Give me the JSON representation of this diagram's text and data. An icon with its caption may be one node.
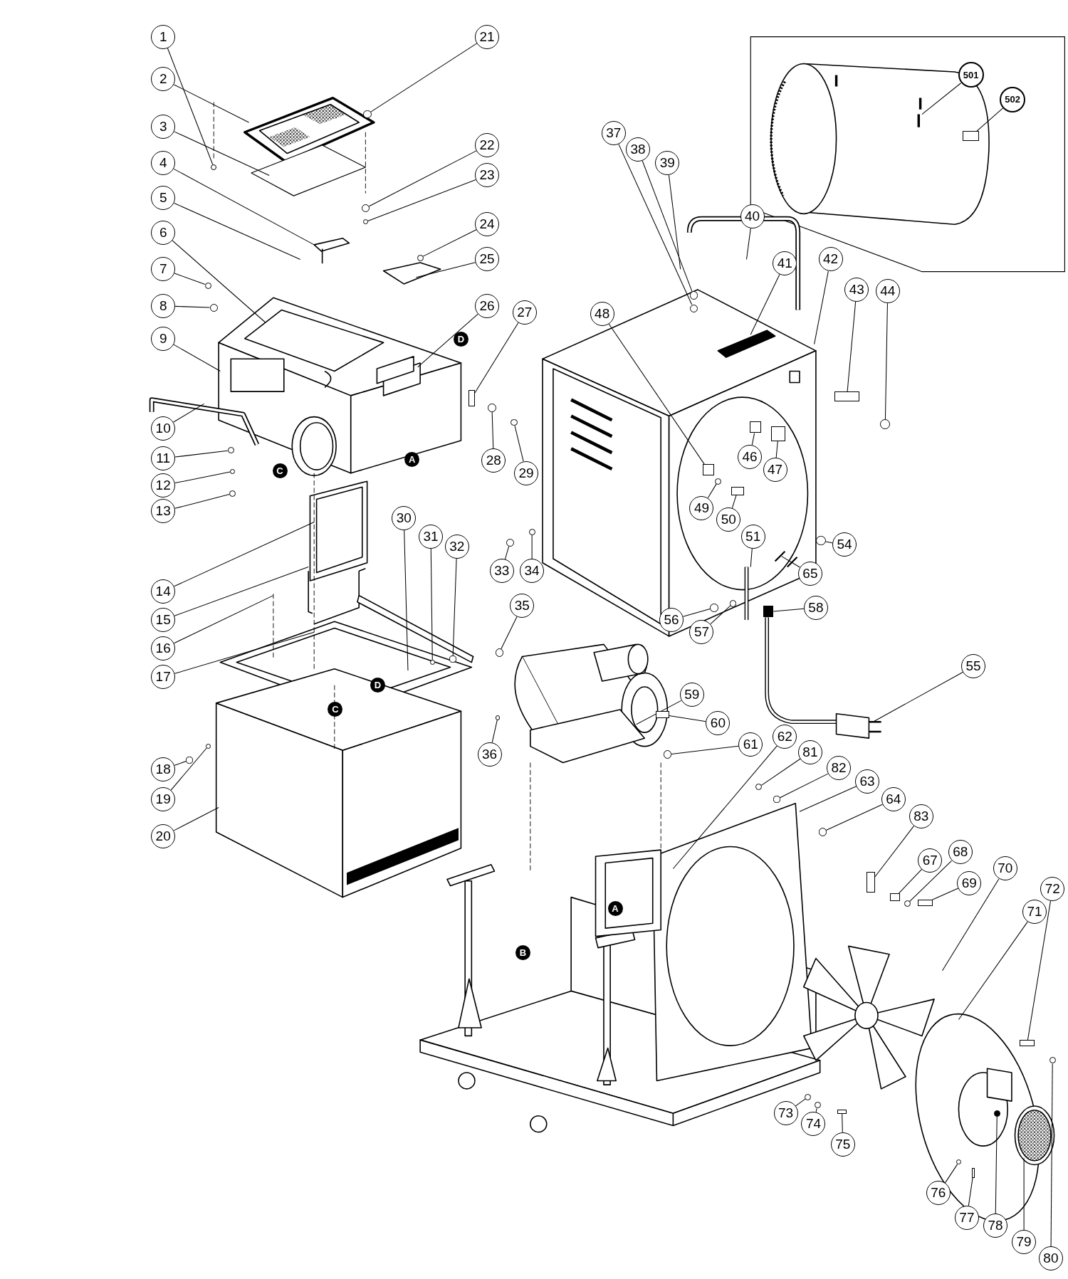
{
  "diagram": {
    "nodes": [
      {
        "text": [
          "1"
        ]
      },
      {
        "text": [
          "2"
        ]
      },
      {
        "text": [
          "3"
        ]
      },
      {
        "text": [
          "4"
        ]
      },
      {
        "text": [
          "5"
        ]
      },
      {
        "text": [
          "6"
        ]
      },
      {
        "text": [
          "7"
        ]
      },
      {
        "text": [
          "8"
        ]
      },
      {
        "text": [
          "9"
        ]
      },
      {
        "text": [
          "10"
        ]
      },
      {
        "text": [
          "11"
        ]
      },
      {
        "text": [
          "12"
        ]
      },
      {
        "text": [
          "13"
        ]
      },
      {
        "text": [
          "14"
        ]
      },
      {
        "text": [
          "15"
        ]
      },
      {
        "text": [
          "16"
        ]
      },
      {
        "text": [
          "17"
        ]
      },
      {
        "text": [
          "18"
        ]
      },
      {
        "text": [
          "19"
        ]
      },
      {
        "text": [
          "20"
        ]
      },
      {
        "text": [
          "21"
        ]
      },
      {
        "text": [
          "22"
        ]
      },
      {
        "text": [
          "23"
        ]
      },
      {
        "text": [
          "24"
        ]
      },
      {
        "text": [
          "25"
        ]
      },
      {
        "text": [
          "26"
        ]
      },
      {
        "text": [
          "27"
        ]
      },
      {
        "text": [
          "28"
        ]
      },
      {
        "text": [
          "29"
        ]
      },
      {
        "text": [
          "30"
        ]
      },
      {
        "text": [
          "31"
        ]
      },
      {
        "text": [
          "32"
        ]
      },
      {
        "text": [
          "33"
        ]
      },
      {
        "text": [
          "34"
        ]
      },
      {
        "text": [
          "35"
        ]
      },
      {
        "text": [
          "36"
        ]
      },
      {
        "text": [
          "37"
        ]
      },
      {
        "text": [
          "38"
        ]
      },
      {
        "text": [
          "39"
        ]
      },
      {
        "text": [
          "40"
        ]
      },
      {
        "text": [
          "41"
        ]
      },
      {
        "text": [
          "42"
        ]
      },
      {
        "text": [
          "43"
        ]
      },
      {
        "text": [
          "44"
        ]
      },
      {
        "text": [
          "46"
        ]
      },
      {
        "text": [
          "47"
        ]
      },
      {
        "text": [
          "48"
        ]
      },
      {
        "text": [
          "49"
        ]
      },
      {
        "text": [
          "50"
        ]
      },
      {
        "text": [
          "51"
        ]
      },
      {
        "text": [
          "54"
        ]
      },
      {
        "text": [
          "55"
        ]
      },
      {
        "text": [
          "56"
        ]
      },
      {
        "text": [
          "57"
        ]
      },
      {
        "text": [
          "58"
        ]
      },
      {
        "text": [
          "59"
        ]
      },
      {
        "text": [
          "60"
        ]
      },
      {
        "text": [
          "61"
        ]
      },
      {
        "text": [
          "62"
        ]
      },
      {
        "text": [
          "63"
        ]
      },
      {
        "text": [
          "64"
        ]
      },
      {
        "text": [
          "65"
        ]
      },
      {
        "text": [
          "67"
        ]
      },
      {
        "text": [
          "68"
        ]
      },
      {
        "text": [
          "69"
        ]
      },
      {
        "text": [
          "70"
        ]
      },
      {
        "text": [
          "71"
        ]
      },
      {
        "text": [
          "72"
        ]
      },
      {
        "text": [
          "73"
        ]
      },
      {
        "text": [
          "74"
        ]
      },
      {
        "text": [
          "75"
        ]
      },
      {
        "text": [
          "76"
        ]
      },
      {
        "text": [
          "77"
        ]
      },
      {
        "text": [
          "78"
        ]
      },
      {
        "text": [
          "79"
        ]
      },
      {
        "text": [
          "80"
        ]
      },
      {
        "text": [
          "81"
        ]
      },
      {
        "text": [
          "82"
        ]
      },
      {
        "text": [
          "83"
        ]
      },
      {
        "text": [
          "501"
        ]
      },
      {
        "text": [
          "502"
        ]
      },
      {
        "text": [
          "D"
        ]
      },
      {
        "text": [
          "A"
        ]
      },
      {
        "text": [
          "C"
        ]
      },
      {
        "text": [
          "D"
        ]
      },
      {
        "text": [
          "C"
        ]
      },
      {
        "text": [
          "A"
        ]
      },
      {
        "text": [
          "B"
        ]
      },
      {
        "text": [],
        "shape": "circle"
      },
      {
        "text": [],
        "shape": "circle"
      },
      {
        "text": [],
        "shape": "circle"
      },
      {
        "text": [],
        "shape": "circle"
      },
      {
        "text": [],
        "shape": "circle"
      },
      {
        "text": [],
        "shape": "circle"
      },
      {
        "text": [],
        "shape": "circle"
      },
      {
        "text": [],
        "shape": "circle"
      },
      {
        "text": [],
        "shape": "circle"
      },
      {
        "text": [],
        "shape": "circle"
      },
      {
        "text": [],
        "shape": "circle"
      },
      {
        "text": [],
        "shape": "circle"
      },
      {
        "text": [],
        "shape": "box"
      },
      {
        "text": [],
        "shape": "circle"
      },
      {
        "text": [],
        "shape": "circle"
      },
      {
        "text": [],
        "shape": "circle"
      },
      {
        "text": [],
        "shape": "circle"
      },
      {
        "text": [],
        "shape": "circle"
      },
      {
        "text": [],
        "shape": "circle"
      },
      {
        "text": [],
        "shape": "circle"
      },
      {
        "text": [],
        "shape": "circle"
      },
      {
        "text": [],
        "shape": "circle"
      },
      {
        "text": [],
        "shape": "circle"
      },
      {
        "text": [],
        "shape": "box"
      },
      {
        "text": [],
        "shape": "circle"
      },
      {
        "text": [],
        "shape": "box"
      },
      {
        "text": [],
        "shape": "box"
      },
      {
        "text": [],
        "shape": "box"
      },
      {
        "text": [],
        "shape": "circle"
      },
      {
        "text": [],
        "shape": "box"
      },
      {
        "text": [],
        "shape": "circle"
      },
      {
        "text": [],
        "shape": "circle"
      },
      {
        "text": [],
        "shape": "circle"
      },
      {
        "text": [],
        "shape": "box"
      },
      {
        "text": [],
        "shape": "box"
      },
      {
        "text": [],
        "shape": "circle"
      },
      {
        "text": [],
        "shape": "circle"
      },
      {
        "text": [],
        "shape": "box"
      },
      {
        "text": [],
        "shape": "circle"
      },
      {
        "text": [],
        "shape": "box"
      },
      {
        "text": [],
        "shape": "box"
      },
      {
        "text": [],
        "shape": "circle"
      },
      {
        "text": [],
        "shape": "circle"
      },
      {
        "text": [],
        "shape": "box"
      },
      {
        "text": [],
        "shape": "circle"
      },
      {
        "text": [],
        "shape": "box"
      },
      {
        "text": [],
        "shape": "circle"
      },
      {
        "text": [],
        "shape": "circle"
      },
      {
        "text": [],
        "shape": "circle"
      },
      {
        "text": [],
        "shape": "circle"
      },
      {
        "text": [],
        "shape": "box"
      },
      {
        "text": [],
        "shape": "box"
      }
    ],
    "edges": [
      {
        "from": 0,
        "to": 88,
        "arrow": "none"
      },
      {
        "from": 1,
        "to": null,
        "arrow": "none"
      },
      {
        "from": 2,
        "to": null,
        "arrow": "none"
      },
      {
        "from": 3,
        "to": null,
        "arrow": "none"
      },
      {
        "from": 4,
        "to": null,
        "arrow": "none"
      },
      {
        "from": 5,
        "to": null,
        "arrow": "none"
      },
      {
        "from": 6,
        "to": 89,
        "arrow": "none"
      },
      {
        "from": 7,
        "to": 90,
        "arrow": "none"
      },
      {
        "from": 8,
        "to": null,
        "arrow": "none"
      },
      {
        "from": 9,
        "to": null,
        "arrow": "none"
      },
      {
        "from": 10,
        "to": 91,
        "arrow": "none"
      },
      {
        "from": 11,
        "to": 92,
        "arrow": "none"
      },
      {
        "from": 12,
        "to": 93,
        "arrow": "none"
      },
      {
        "from": 13,
        "to": null,
        "arrow": "none"
      },
      {
        "from": 14,
        "to": null,
        "arrow": "none"
      },
      {
        "from": 15,
        "to": null,
        "arrow": "none"
      },
      {
        "from": 16,
        "to": null,
        "arrow": "none"
      },
      {
        "from": 17,
        "to": 94,
        "arrow": "none"
      },
      {
        "from": 18,
        "to": 95,
        "arrow": "none"
      },
      {
        "from": 19,
        "to": null,
        "arrow": "none"
      },
      {
        "from": 20,
        "to": 96,
        "arrow": "none"
      },
      {
        "from": 21,
        "to": 97,
        "arrow": "none"
      },
      {
        "from": 22,
        "to": 98,
        "arrow": "none"
      },
      {
        "from": 23,
        "to": 99,
        "arrow": "none"
      },
      {
        "from": 24,
        "to": null,
        "arrow": "none"
      },
      {
        "from": 25,
        "to": null,
        "arrow": "none"
      },
      {
        "from": 26,
        "to": 100,
        "arrow": "none"
      },
      {
        "from": 27,
        "to": 101,
        "arrow": "none"
      },
      {
        "from": 28,
        "to": 102,
        "arrow": "none"
      },
      {
        "from": 29,
        "to": null,
        "arrow": "none"
      },
      {
        "from": 30,
        "to": 103,
        "arrow": "none"
      },
      {
        "from": 31,
        "to": 104,
        "arrow": "none"
      },
      {
        "from": 32,
        "to": 105,
        "arrow": "none"
      },
      {
        "from": 33,
        "to": 106,
        "arrow": "none"
      },
      {
        "from": 34,
        "to": 107,
        "arrow": "none"
      },
      {
        "from": 35,
        "to": 108,
        "arrow": "none"
      },
      {
        "from": 36,
        "to": 109,
        "arrow": "none"
      },
      {
        "from": 37,
        "to": 110,
        "arrow": "none"
      },
      {
        "from": 38,
        "to": null,
        "arrow": "none"
      },
      {
        "from": 39,
        "to": null,
        "arrow": "none"
      },
      {
        "from": 40,
        "to": null,
        "arrow": "none"
      },
      {
        "from": 41,
        "to": null,
        "arrow": "none"
      },
      {
        "from": 42,
        "to": 111,
        "arrow": "none"
      },
      {
        "from": 43,
        "to": 112,
        "arrow": "none"
      },
      {
        "from": 44,
        "to": 113,
        "arrow": "none"
      },
      {
        "from": 45,
        "to": 114,
        "arrow": "none"
      },
      {
        "from": 46,
        "to": 115,
        "arrow": "none"
      },
      {
        "from": 47,
        "to": 116,
        "arrow": "none"
      },
      {
        "from": 48,
        "to": 117,
        "arrow": "none"
      },
      {
        "from": 49,
        "to": null,
        "arrow": "none"
      },
      {
        "from": 50,
        "to": 118,
        "arrow": "none"
      },
      {
        "from": 51,
        "to": null,
        "arrow": "none"
      },
      {
        "from": 52,
        "to": 119,
        "arrow": "none"
      },
      {
        "from": 53,
        "to": 120,
        "arrow": "none"
      },
      {
        "from": 54,
        "to": 121,
        "arrow": "none"
      },
      {
        "from": 55,
        "to": null,
        "arrow": "none"
      },
      {
        "from": 56,
        "to": 122,
        "arrow": "none"
      },
      {
        "from": 57,
        "to": 123,
        "arrow": "none"
      },
      {
        "from": 58,
        "to": null,
        "arrow": "none"
      },
      {
        "from": 59,
        "to": null,
        "arrow": "none"
      },
      {
        "from": 60,
        "to": 124,
        "arrow": "none"
      },
      {
        "from": 61,
        "to": null,
        "arrow": "none"
      },
      {
        "from": 62,
        "to": 125,
        "arrow": "none"
      },
      {
        "from": 63,
        "to": 126,
        "arrow": "none"
      },
      {
        "from": 64,
        "to": 127,
        "arrow": "none"
      },
      {
        "from": 65,
        "to": null,
        "arrow": "none"
      },
      {
        "from": 66,
        "to": null,
        "arrow": "none"
      },
      {
        "from": 67,
        "to": 128,
        "arrow": "none"
      },
      {
        "from": 68,
        "to": 129,
        "arrow": "none"
      },
      {
        "from": 69,
        "to": 130,
        "arrow": "none"
      },
      {
        "from": 70,
        "to": 131,
        "arrow": "none"
      },
      {
        "from": 71,
        "to": 132,
        "arrow": "none"
      },
      {
        "from": 72,
        "to": 133,
        "arrow": "none"
      },
      {
        "from": 73,
        "to": 134,
        "arrow": "none"
      },
      {
        "from": 74,
        "to": null,
        "arrow": "none"
      },
      {
        "from": 75,
        "to": 135,
        "arrow": "none"
      },
      {
        "from": 76,
        "to": 136,
        "arrow": "none"
      },
      {
        "from": 77,
        "to": 137,
        "arrow": "none"
      },
      {
        "from": 78,
        "to": 138,
        "arrow": "none"
      },
      {
        "from": 79,
        "to": null,
        "arrow": "none"
      },
      {
        "from": 80,
        "to": 139,
        "arrow": "none"
      }
    ]
  }
}
